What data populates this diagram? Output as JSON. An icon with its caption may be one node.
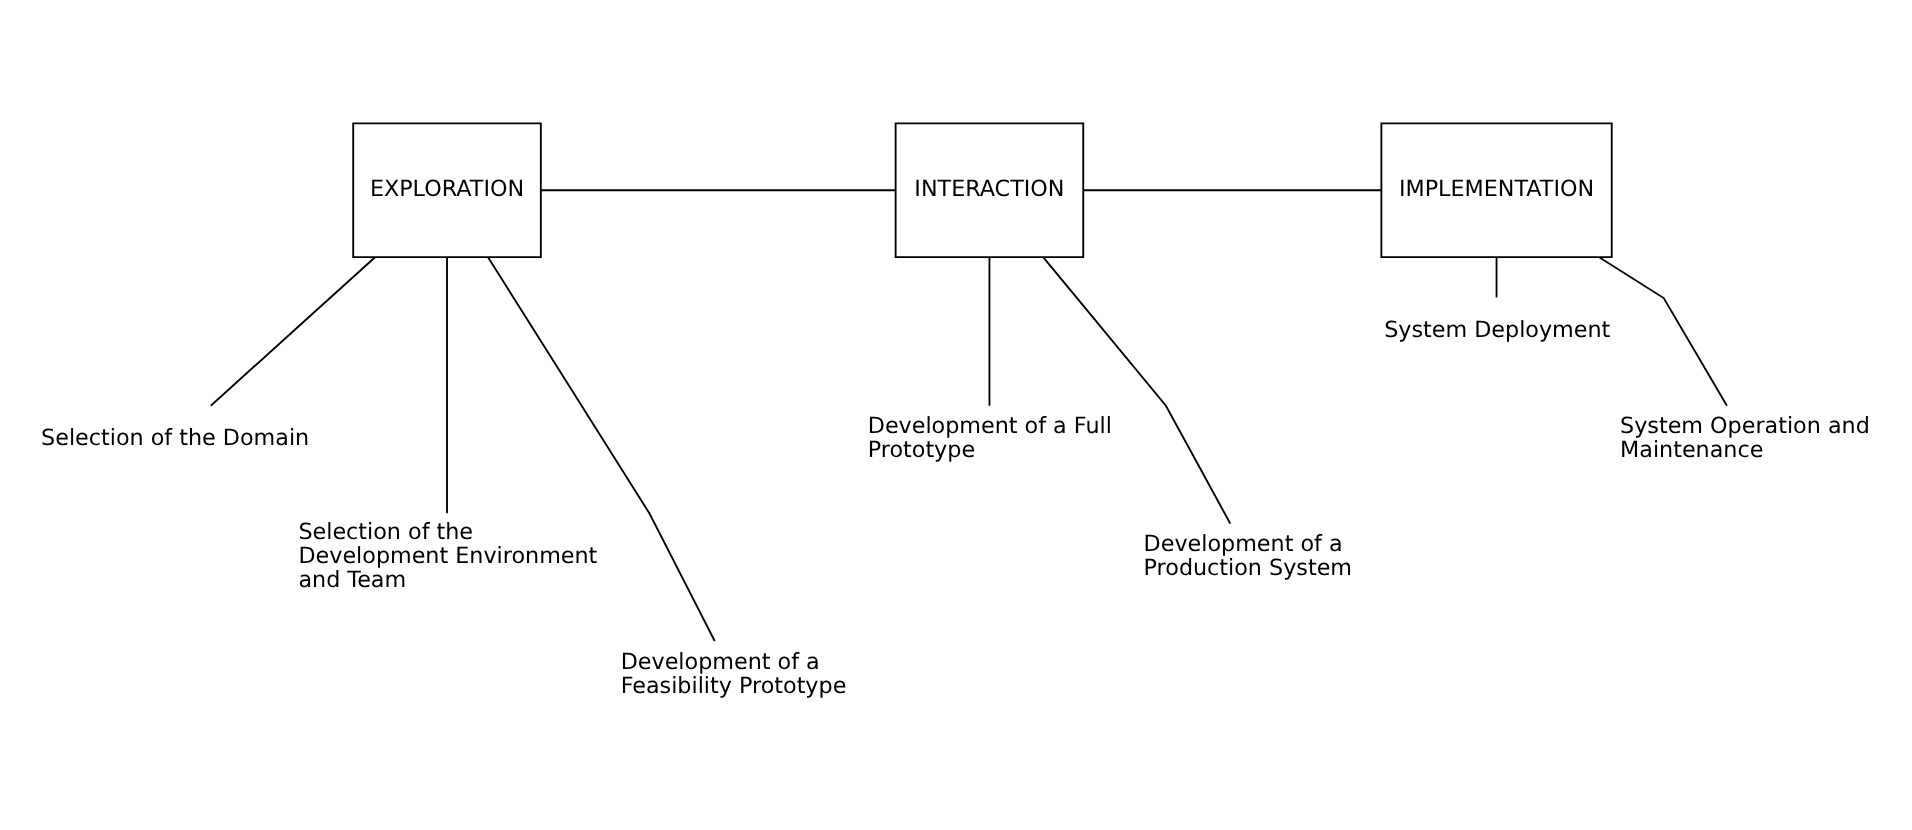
{
  "diagram": {
    "nodes": [
      {
        "text": [
          "EXPLORATION"
        ]
      },
      {
        "text": [
          "INTERACTION"
        ]
      },
      {
        "text": [
          "IMPLEMENTATION"
        ]
      },
      {
        "text": [
          "Selection of the Domain"
        ]
      },
      {
        "text": [
          "Selection of the Development Environment and Team"
        ]
      },
      {
        "text": [
          "Development of a Feasibility Prototype"
        ]
      },
      {
        "text": [
          "Development of a Full Prototype"
        ]
      },
      {
        "text": [
          "Development of a Production System"
        ]
      },
      {
        "text": [
          "System Deployment"
        ]
      },
      {
        "text": [
          "System Operation and Maintenance"
        ]
      }
    ],
    "edges": [
      {
        "from": 0,
        "to": 1,
        "arrow": "none"
      },
      {
        "from": 1,
        "to": 2,
        "arrow": "none"
      },
      {
        "from": 0,
        "to": 3,
        "arrow": "none"
      },
      {
        "from": 0,
        "to": 4,
        "arrow": "none"
      },
      {
        "from": 0,
        "to": 5,
        "arrow": "none"
      },
      {
        "from": 1,
        "to": 6,
        "arrow": "none"
      },
      {
        "from": 1,
        "to": 7,
        "arrow": "none"
      },
      {
        "from": 2,
        "to": 8,
        "arrow": "none"
      },
      {
        "from": 2,
        "to": 9,
        "arrow": "none"
      }
    ]
  }
}
